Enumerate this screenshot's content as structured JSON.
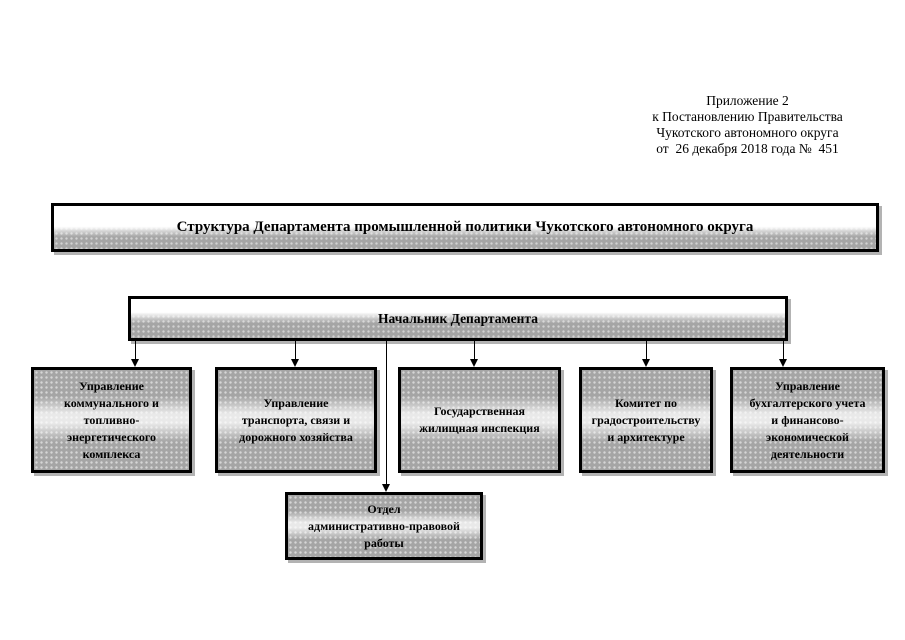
{
  "annotation": {
    "text": "Приложение 2\nк Постановлению Правительства\nЧукотского автономного округа\nот  26 декабря 2018 года №  451"
  },
  "banner": {
    "title": "Структура Департамента промышленной политики Чукотского автономного округа"
  },
  "org_chart": {
    "root": "Начальник Департамента",
    "departments": [
      "Управление\nкоммунального и\nтопливно-\nэнергетического\nкомплекса",
      "Управление\nтранспорта, связи и\nдорожного хозяйства",
      "Государственная\nжилищная инспекция",
      "Комитет по\nградостроительству\nи архитектуре",
      "Управление\nбухгалтерского учета\nи финансово-\nэкономической\nдеятельности"
    ],
    "sub_unit": "Отдел\nадминистративно-правовой\nработы"
  },
  "colors": {
    "box_gray": "#a5a5a5",
    "box_light_band": "#e9e9e9",
    "border": "#000000",
    "shadow": "#b3b3b3",
    "page_background": "#ffffff"
  }
}
